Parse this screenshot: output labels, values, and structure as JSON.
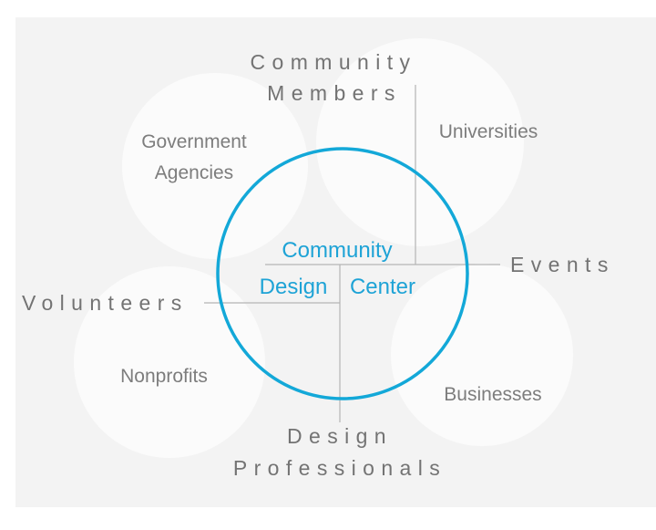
{
  "diagram": {
    "title": "Community Design Center",
    "center": {
      "line1": "Community",
      "line2_a": "Design",
      "line2_b": "Center",
      "color": "#13a8d8"
    },
    "outer_groups": {
      "community_members": {
        "line1": "Community",
        "line2": "Members"
      },
      "events": {
        "label": "Events"
      },
      "volunteers": {
        "label": "Volunteers"
      },
      "design_professionals": {
        "line1": "Design",
        "line2": "Professionals"
      }
    },
    "partner_circles": {
      "government": {
        "line1": "Government",
        "line2": "Agencies"
      },
      "universities": {
        "label": "Universities"
      },
      "nonprofits": {
        "label": "Nonprofits"
      },
      "businesses": {
        "label": "Businesses"
      }
    },
    "colors": {
      "panel_background": "#f3f3f3",
      "partner_circle_fill": "#fbfbfb",
      "connector_line": "#b4b4b4",
      "label_text": "#737373"
    }
  }
}
